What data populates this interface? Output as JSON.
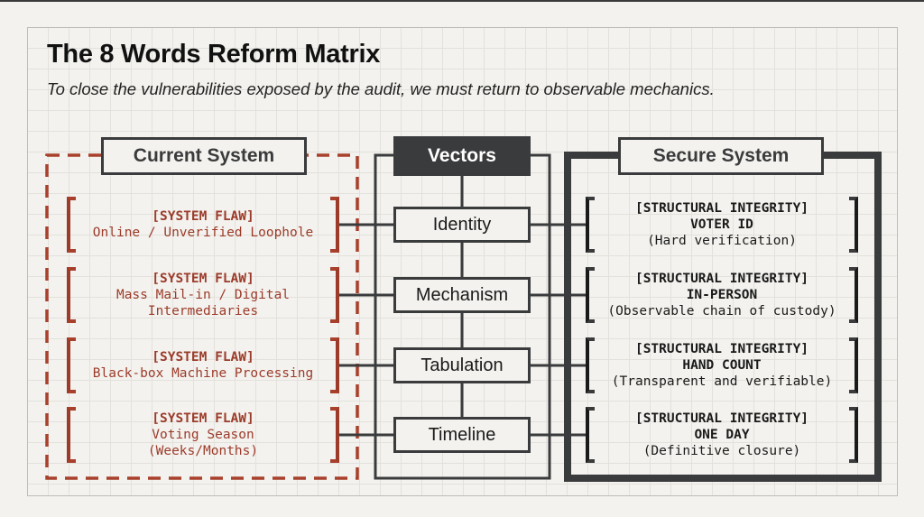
{
  "title": "The 8 Words Reform Matrix",
  "subtitle": "To close the vulnerabilities exposed by the audit, we must return to observable mechanics.",
  "colors": {
    "flaw": "#a8402c",
    "dark": "#3a3b3c",
    "background": "#f3f2ee"
  },
  "columns": {
    "current": {
      "label": "Current System"
    },
    "vectors": {
      "label": "Vectors"
    },
    "secure": {
      "label": "Secure System"
    }
  },
  "rows": [
    {
      "flaw": {
        "tag": "[SYSTEM FLAW]",
        "lines": [
          "Online / Unverified Loophole"
        ]
      },
      "vector": "Identity",
      "secure": {
        "tag": "[STRUCTURAL INTEGRITY]",
        "key": "VOTER ID",
        "note": "(Hard verification)"
      }
    },
    {
      "flaw": {
        "tag": "[SYSTEM FLAW]",
        "lines": [
          "Mass Mail-in / Digital",
          "Intermediaries"
        ]
      },
      "vector": "Mechanism",
      "secure": {
        "tag": "[STRUCTURAL INTEGRITY]",
        "key": "IN-PERSON",
        "note": "(Observable chain of custody)"
      }
    },
    {
      "flaw": {
        "tag": "[SYSTEM FLAW]",
        "lines": [
          "Black-box Machine Processing"
        ]
      },
      "vector": "Tabulation",
      "secure": {
        "tag": "[STRUCTURAL INTEGRITY]",
        "key": "HAND COUNT",
        "note": "(Transparent and verifiable)"
      }
    },
    {
      "flaw": {
        "tag": "[SYSTEM FLAW]",
        "lines": [
          "Voting Season",
          "(Weeks/Months)"
        ]
      },
      "vector": "Timeline",
      "secure": {
        "tag": "[STRUCTURAL INTEGRITY]",
        "key": "ONE DAY",
        "note": "(Definitive closure)"
      }
    }
  ]
}
